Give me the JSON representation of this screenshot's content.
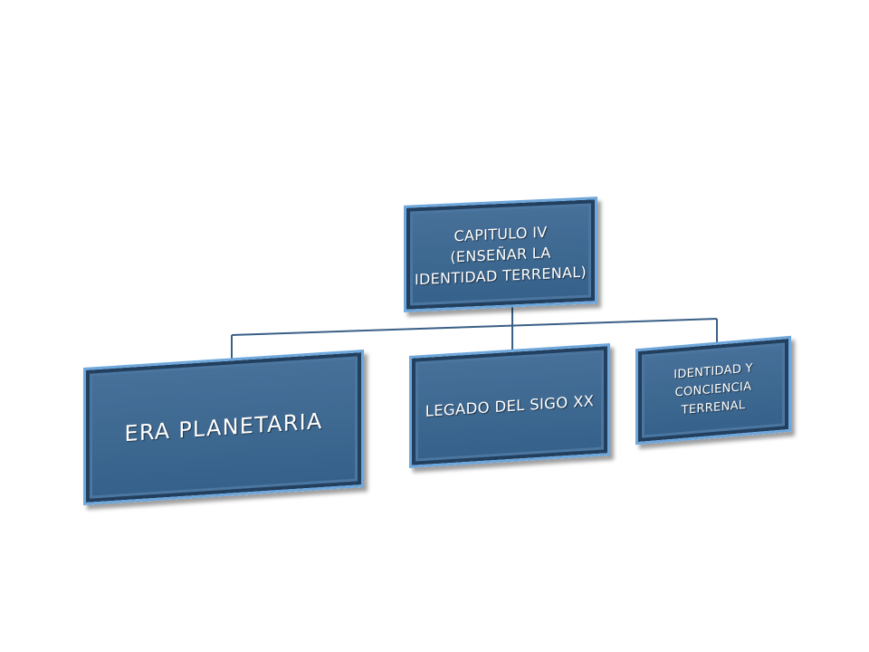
{
  "diagram": {
    "root": {
      "lines": [
        "CAPITULO IV",
        "(ENSEÑAR LA",
        "IDENTIDAD TERRENAL)"
      ]
    },
    "children": [
      {
        "label": "ERA PLANETARIA"
      },
      {
        "label": "LEGADO DEL SIGO XX"
      },
      {
        "lines": [
          "IDENTIDAD Y",
          "CONCIENCIA",
          "TERRENAL"
        ]
      }
    ],
    "colors": {
      "box_fill": "#3d6890",
      "box_border_outer": "#6ea7dc",
      "box_border_inner": "#233f5e",
      "connector": "#3a5f86",
      "text": "#ffffff"
    }
  }
}
